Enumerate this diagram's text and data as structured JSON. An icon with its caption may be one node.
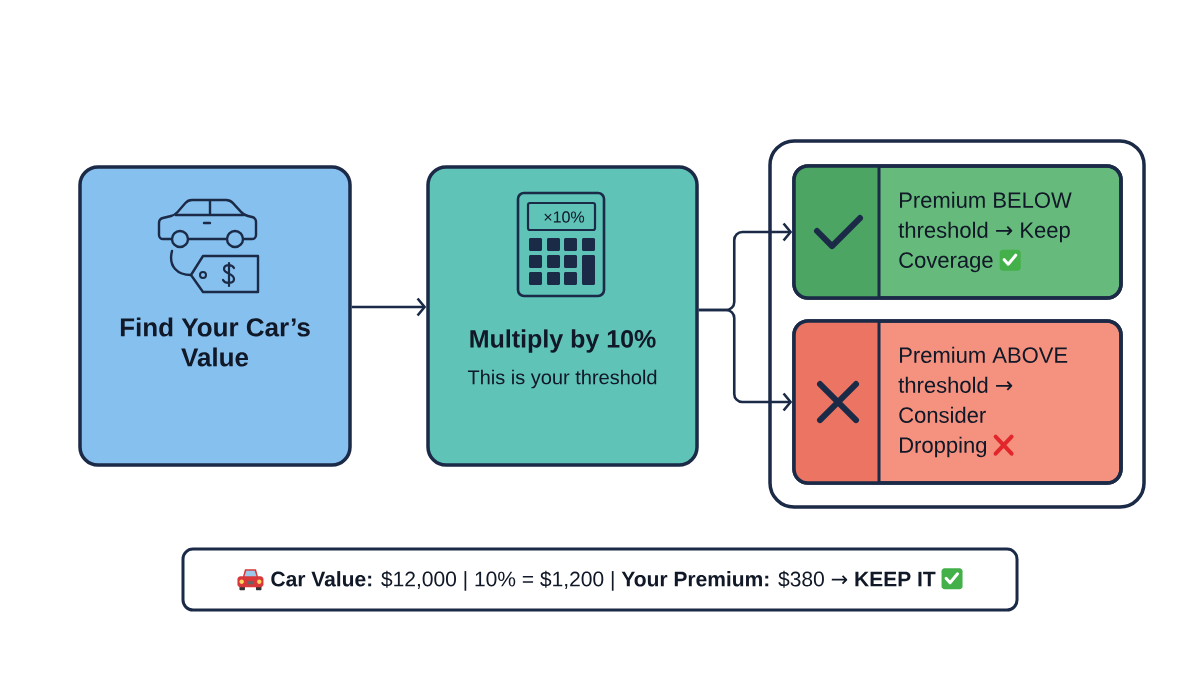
{
  "diagram": {
    "nodes": [
      {
        "text": [
          "Find Your Car’s Value"
        ]
      },
      {
        "text": [
          "×10%",
          "Multiply by 10%",
          "This is your threshold"
        ]
      },
      {
        "text": [],
        "shape": "box"
      },
      {
        "text": [
          "Premium BELOW threshold → Keep Coverage"
        ],
        "in": 2
      },
      {
        "text": [
          "Premium ABOVE threshold → Consider Dropping"
        ],
        "in": 2
      },
      {
        "text": [
          "**Car Value:** $12,000 | 10% = $1,200 | **Your Premium:** $380 → **KEEP IT**"
        ]
      }
    ],
    "edges": [
      {
        "from": 0,
        "to": 1,
        "arrow": "to"
      },
      {
        "from": 1,
        "to": 3,
        "arrow": "to"
      },
      {
        "from": 1,
        "to": 4,
        "arrow": "to"
      }
    ]
  }
}
